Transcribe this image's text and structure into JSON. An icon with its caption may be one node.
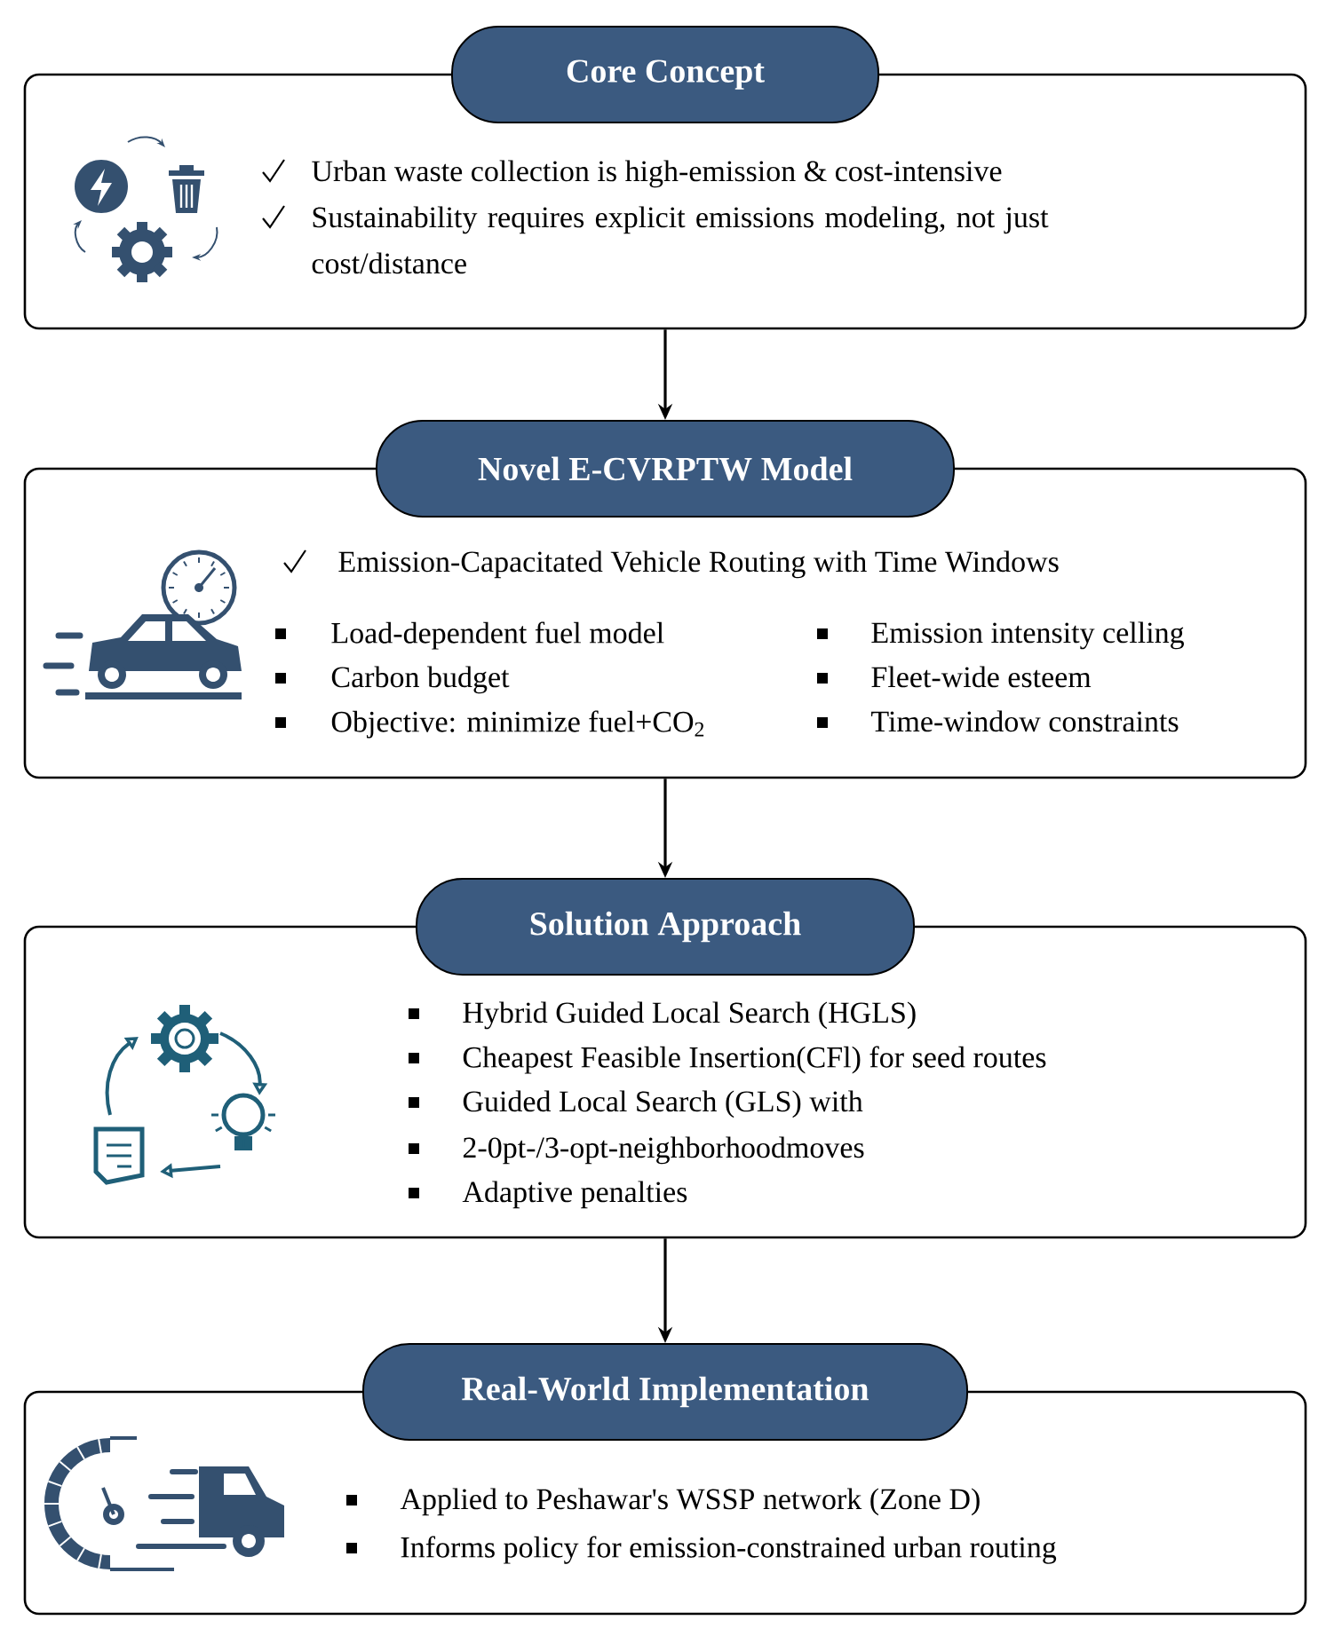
{
  "diagram": {
    "nodes": [
      {
        "text": [
          "Core Concept",
          "Urban waste collection is high-emission & cost-intensive",
          "Sustainability requires explicit emissions modeling, not just cost/distance"
        ]
      },
      {
        "text": [
          "Novel E-CVRPTW Model",
          "Emission-Capacitated Vehicle Routing with Time Windows",
          "Load-dependent fuel model",
          "Carbon budget",
          "Objective: minimize fuel+CO$_{2}$",
          "Emission intensity celling",
          "Fleet-wide esteem",
          "Time-window constraints"
        ]
      },
      {
        "text": [
          "Solution Approach",
          "Hybrid Guided Local Search (HGLS)",
          "Cheapest Feasible Insertion(CFl) for seed routes",
          "Guided Local Search (GLS) with",
          "2-0pt-/3-opt-neighborhoodmoves",
          "Adaptive penalties"
        ]
      },
      {
        "text": [
          "Real-World Implementation",
          "Applied to Peshawar's WSSP network (Zone D)",
          "Informs policy for emission-constrained urban routing"
        ]
      }
    ],
    "edges": [
      {
        "from": 0,
        "to": 1,
        "arrow": "to"
      },
      {
        "from": 1,
        "to": 2,
        "arrow": "to"
      },
      {
        "from": 2,
        "to": 3,
        "arrow": "to"
      }
    ]
  }
}
